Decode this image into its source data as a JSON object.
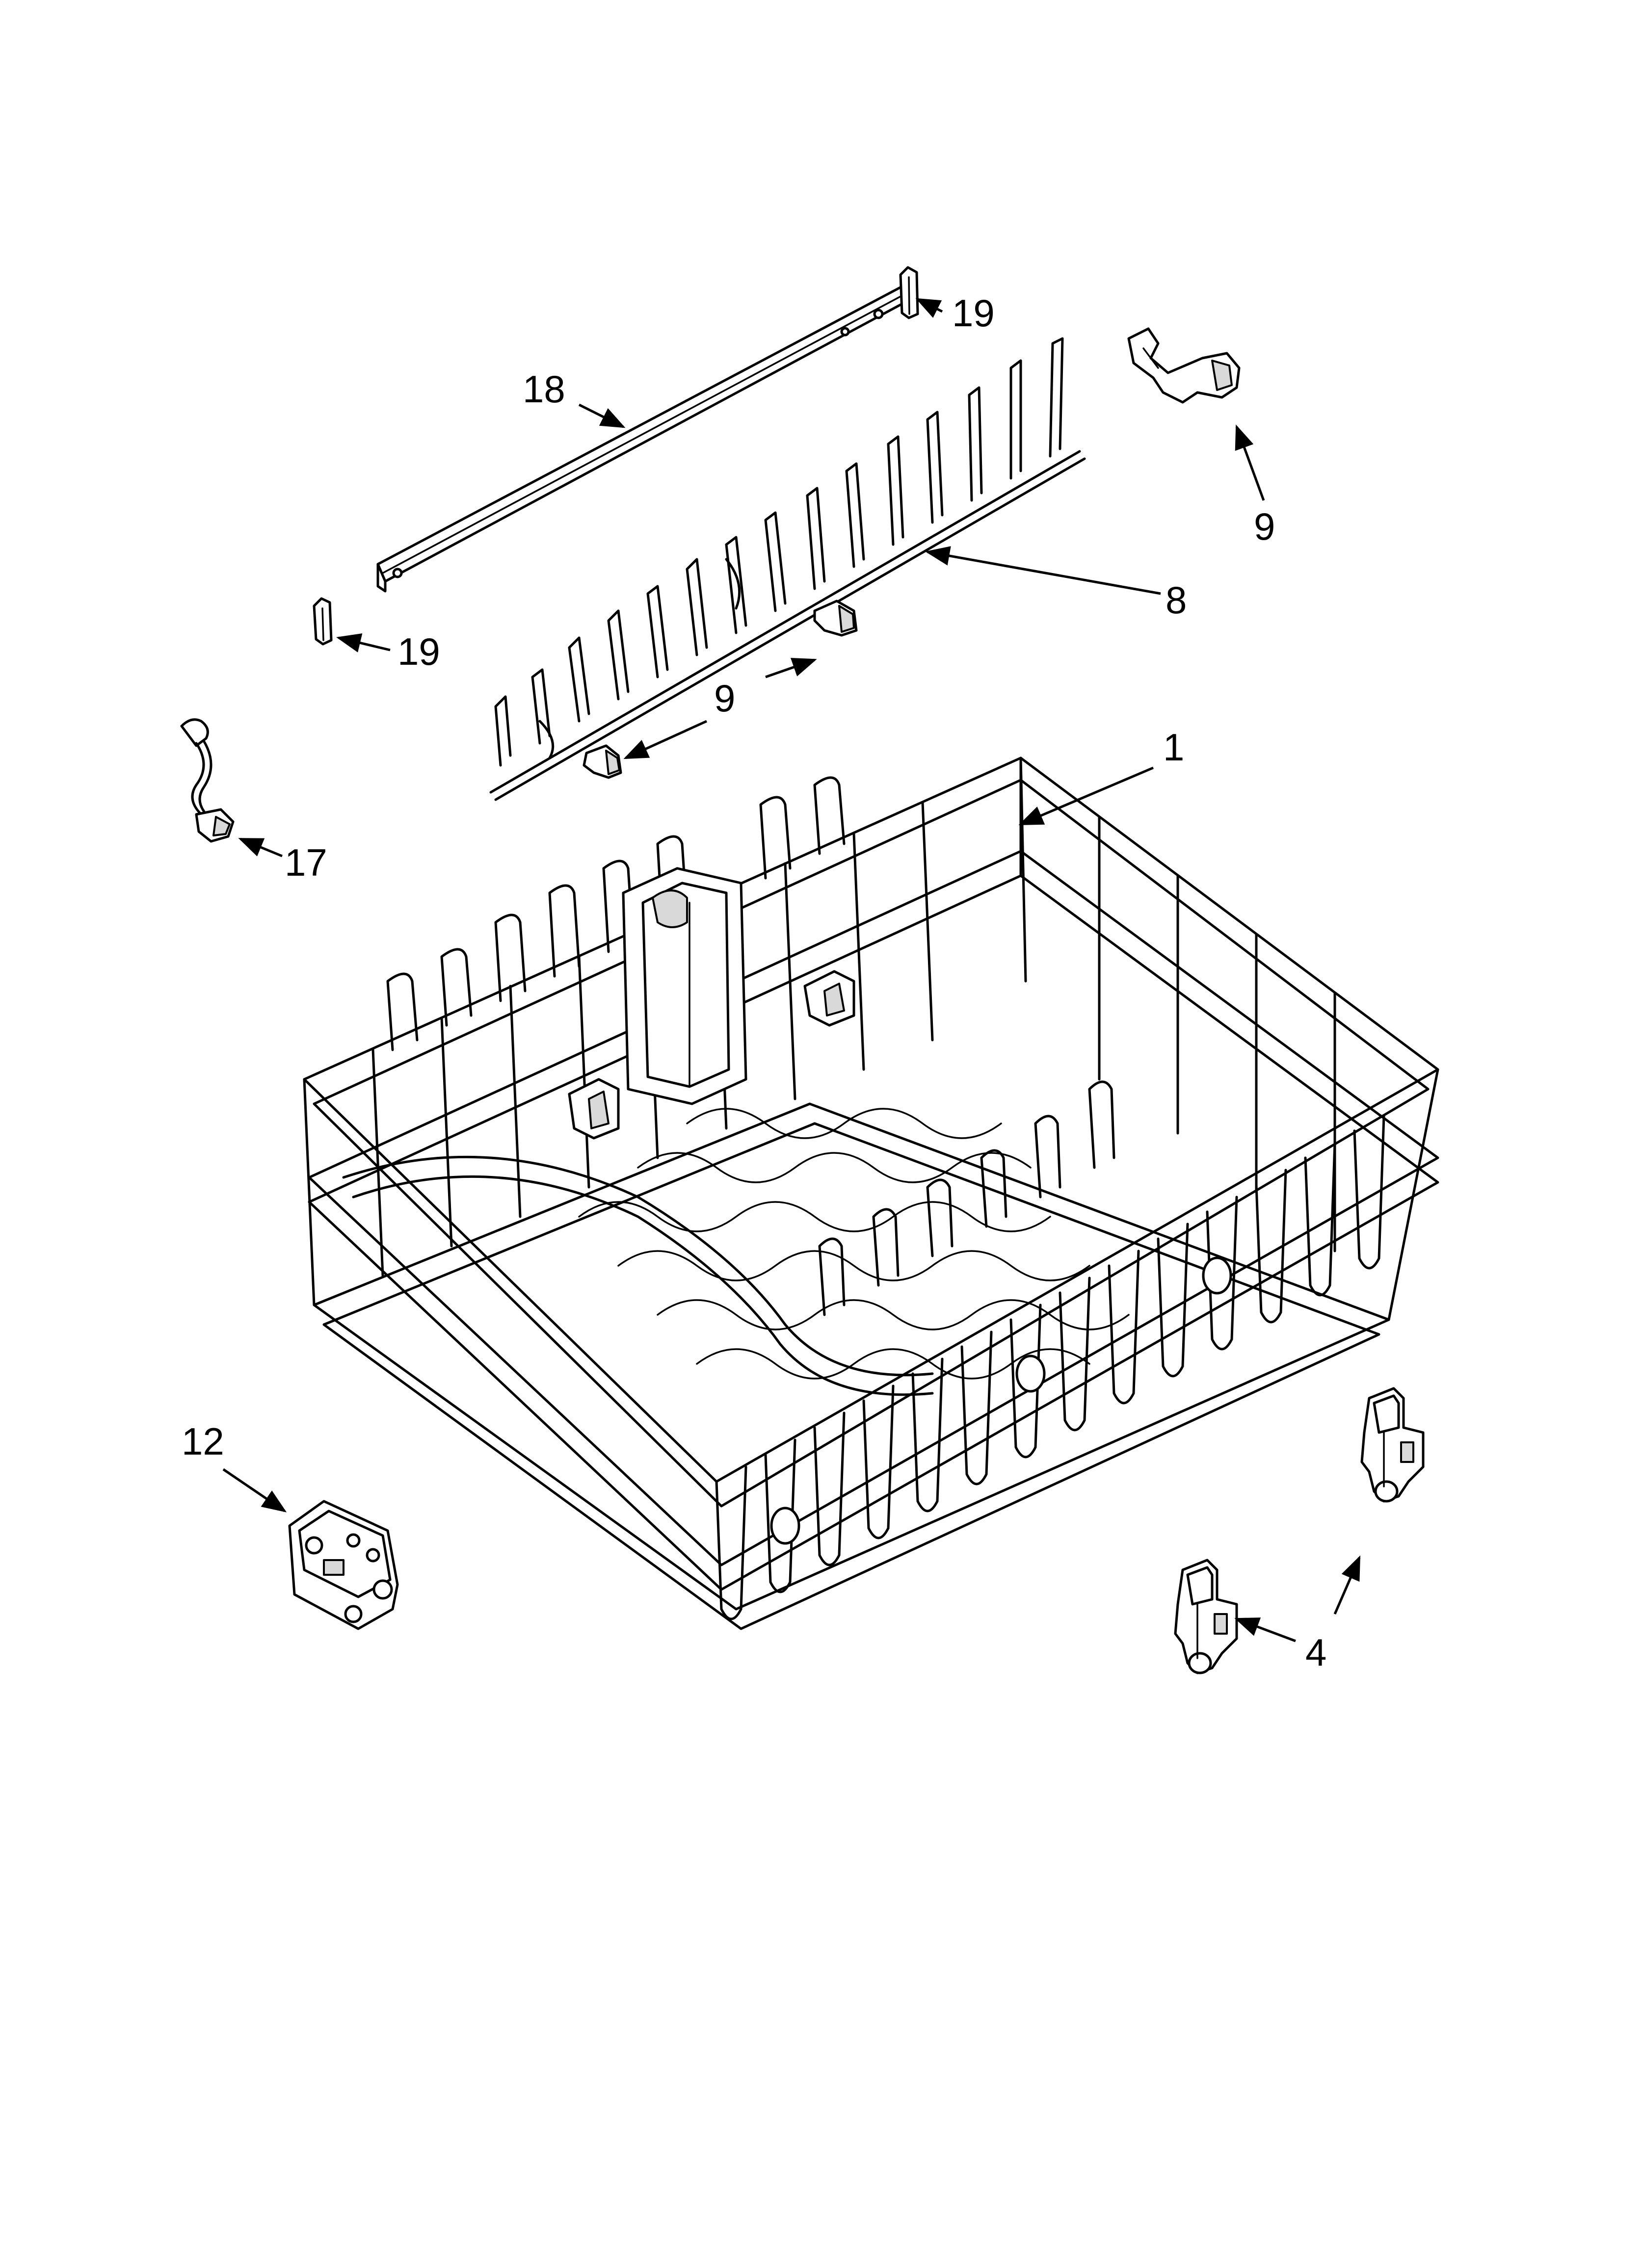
{
  "callouts": {
    "rack_assembly": "1",
    "roller_right": "4",
    "tine_row": "8",
    "clip_right": "9",
    "clip_center": "9",
    "adjuster": "12",
    "hose_connector": "17",
    "rail": "18",
    "end_cap_top": "19",
    "end_cap_left": "19"
  },
  "colors": {
    "line": "#000000",
    "background": "#ffffff",
    "shading": "#d9d9d9"
  }
}
